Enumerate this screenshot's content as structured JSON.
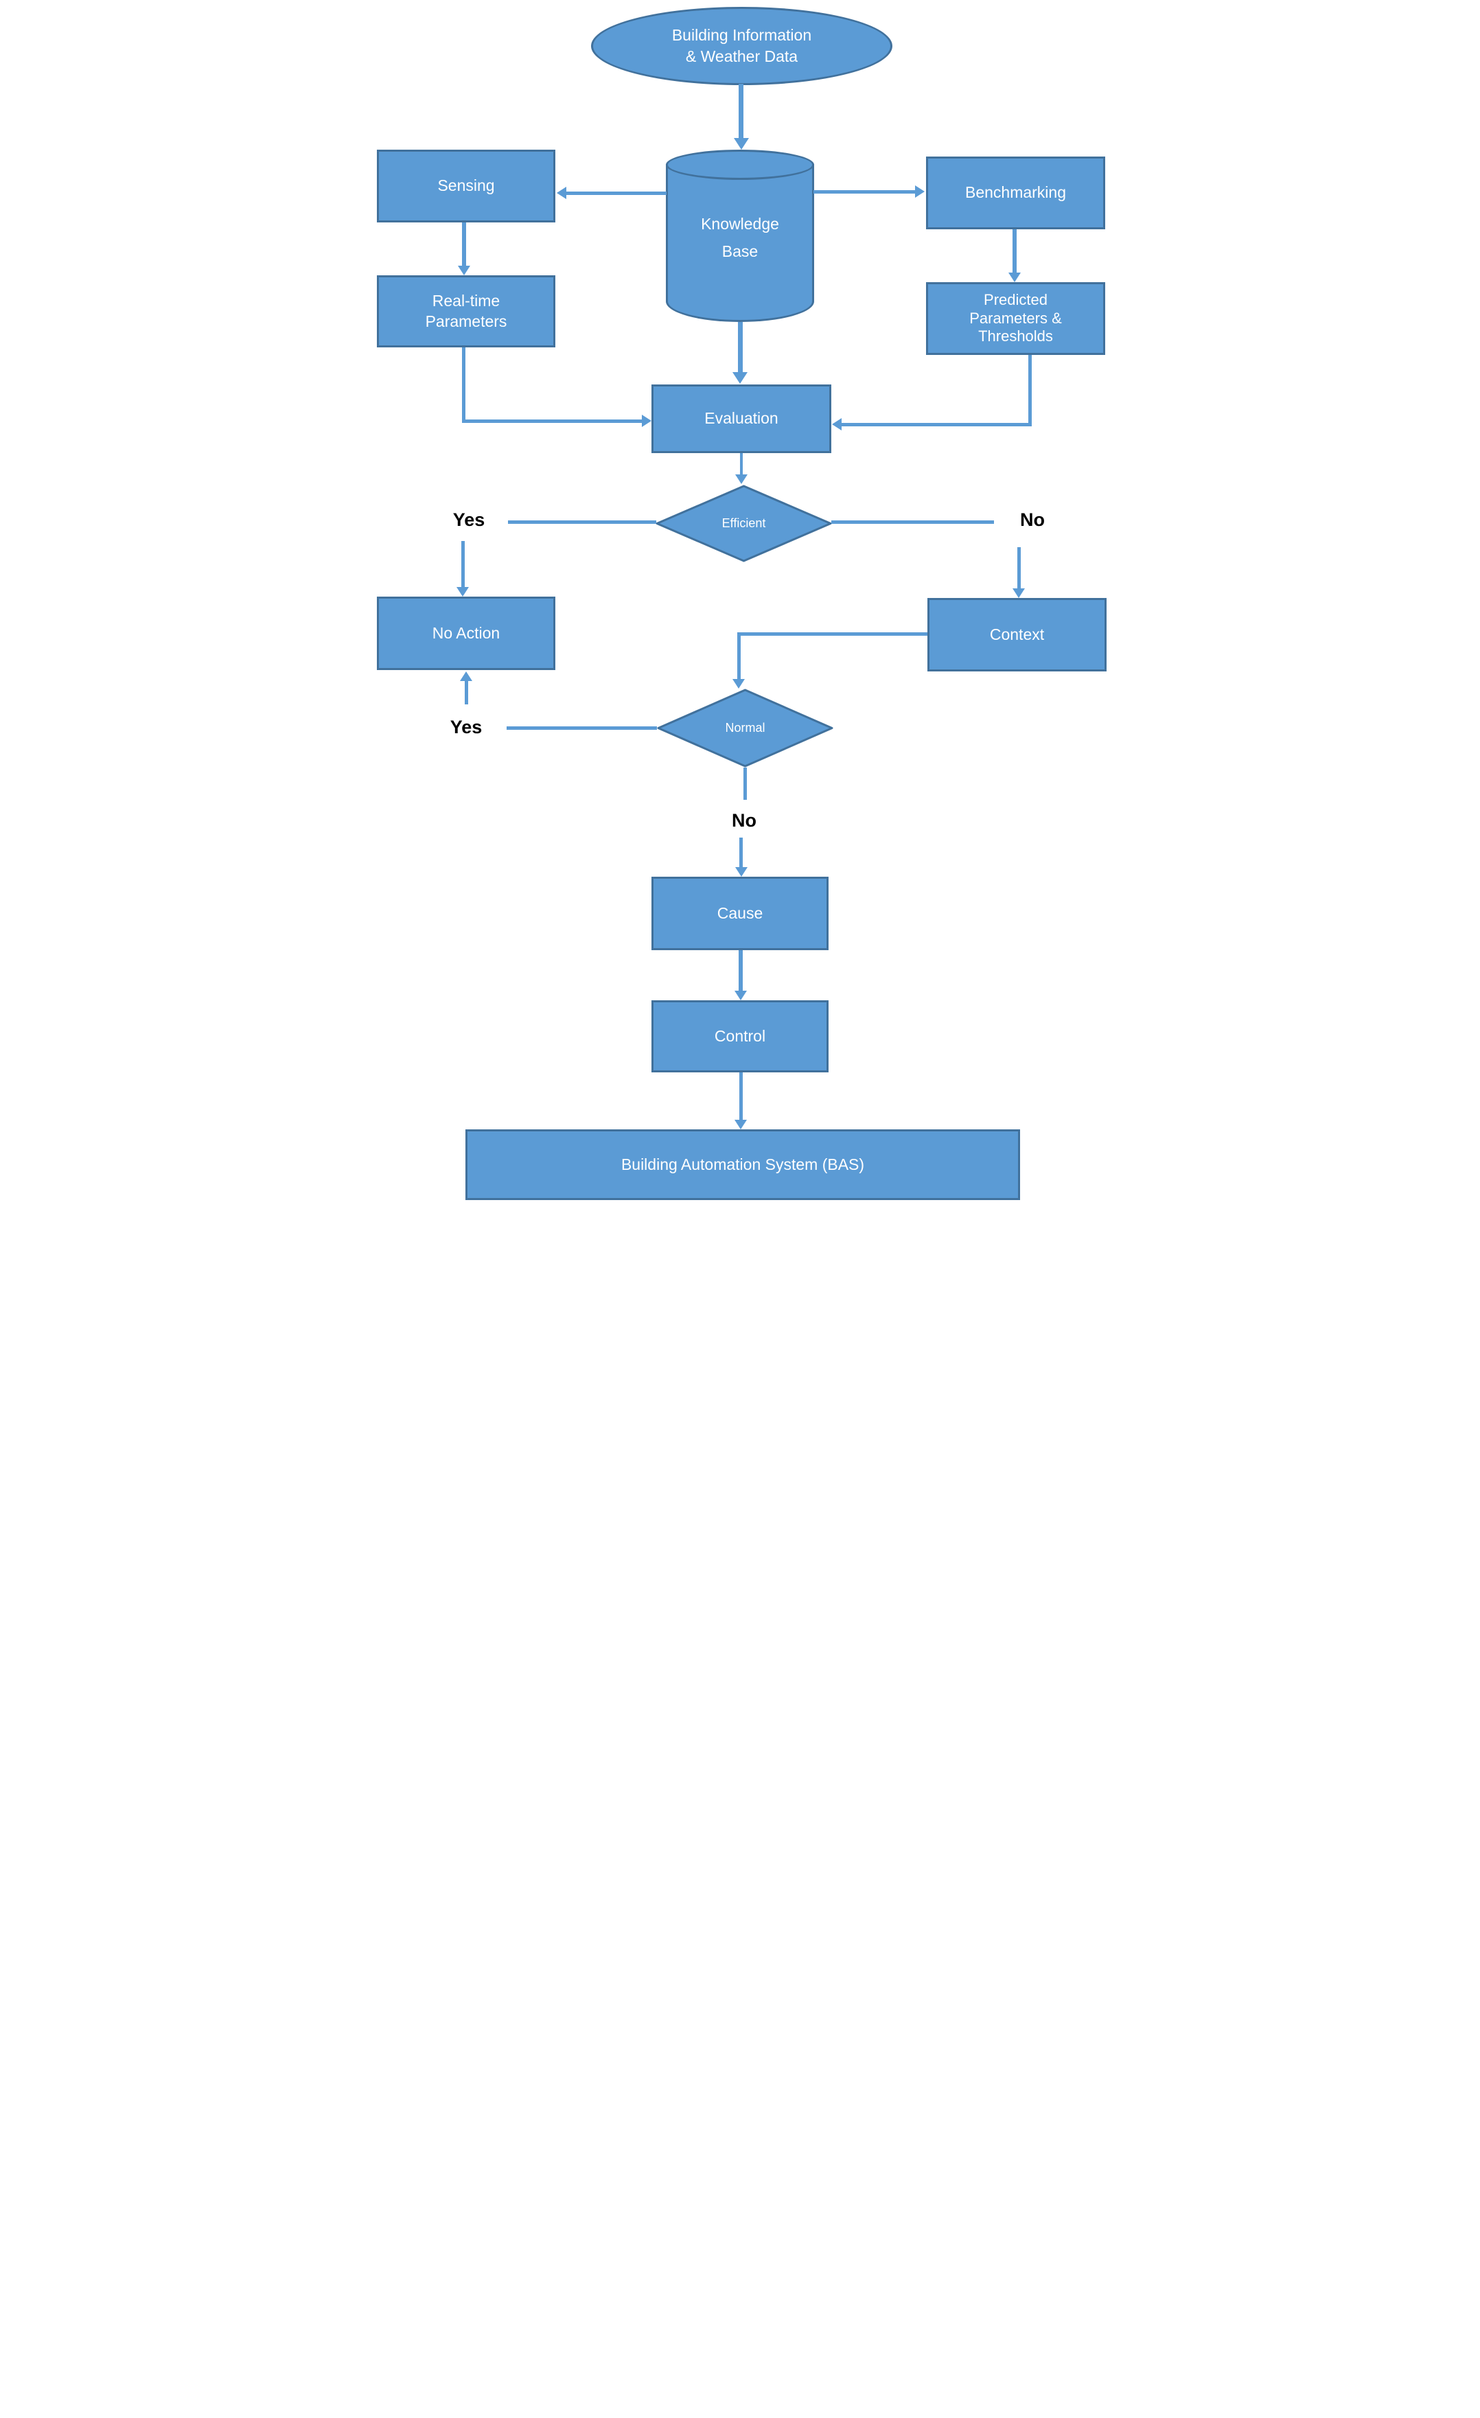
{
  "colors": {
    "shape_fill": "#5b9bd5",
    "shape_border": "#41719c",
    "connector": "#5b9bd5",
    "node_text": "#ffffff",
    "decision_text": "#000000",
    "background": "#ffffff"
  },
  "nodes": {
    "source": {
      "line1": "Building Information",
      "line2": "& Weather Data"
    },
    "sensing": {
      "label": "Sensing"
    },
    "knowledge_base": {
      "line1": "Knowledge",
      "line2": "Base"
    },
    "benchmarking": {
      "label": "Benchmarking"
    },
    "realtime": {
      "line1": "Real-time",
      "line2": "Parameters"
    },
    "predicted": {
      "line1": "Predicted",
      "line2": "Parameters &",
      "line3": "Thresholds"
    },
    "evaluation": {
      "label": "Evaluation"
    },
    "efficient": {
      "label": "Efficient"
    },
    "no_action": {
      "label": "No Action"
    },
    "context": {
      "label": "Context"
    },
    "normal": {
      "label": "Normal"
    },
    "cause": {
      "label": "Cause"
    },
    "control": {
      "label": "Control"
    },
    "bas": {
      "label": "Building Automation System (BAS)"
    }
  },
  "branch_labels": {
    "efficient_yes": "Yes",
    "efficient_no": "No",
    "normal_yes": "Yes",
    "normal_no": "No"
  }
}
